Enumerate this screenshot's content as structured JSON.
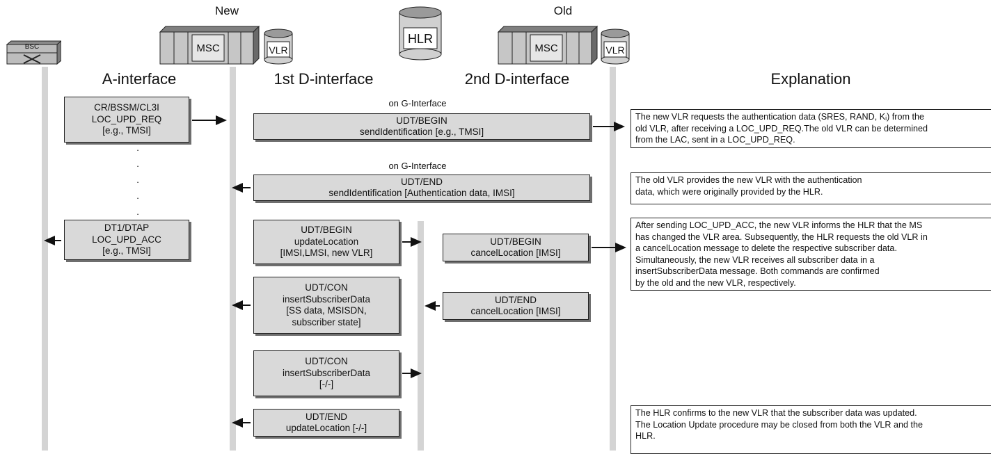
{
  "nodes": {
    "bsc": "BSC",
    "new_label": "New",
    "new_msc": "MSC",
    "new_vlr": "VLR",
    "hlr": "HLR",
    "old_label": "Old",
    "old_msc": "MSC",
    "old_vlr": "VLR"
  },
  "headers": {
    "a_interface": "A-interface",
    "d1_interface": "1st D-interface",
    "d2_interface": "2nd D-interface",
    "explanation": "Explanation"
  },
  "g_interface_labels": [
    "on G-Interface",
    "on G-Interface"
  ],
  "messages": {
    "cr_bssm": [
      "CR/BSSM/CL3I",
      "LOC_UPD_REQ",
      "[e.g., TMSI]"
    ],
    "udt_begin_sendid": [
      "UDT/BEGIN",
      "sendIdentification [e.g., TMSI]"
    ],
    "udt_end_sendid": [
      "UDT/END",
      "sendIdentification [Authentication data, IMSI]"
    ],
    "dt1_dtap": [
      "DT1/DTAP",
      "LOC_UPD_ACC",
      "[e.g., TMSI]"
    ],
    "udt_begin_update": [
      "UDT/BEGIN",
      "updateLocation",
      "[IMSI,LMSI, new VLR]"
    ],
    "udt_begin_cancel": [
      "UDT/BEGIN",
      "cancelLocation [IMSI]"
    ],
    "udt_con_insert1": [
      "UDT/CON",
      "insertSubscriberData",
      "[SS data, MSISDN,",
      "subscriber state]"
    ],
    "udt_end_cancel": [
      "UDT/END",
      "cancelLocation [IMSI]"
    ],
    "udt_con_insert2": [
      "UDT/CON",
      "insertSubscriberData",
      "[-/-]"
    ],
    "udt_end_update": [
      "UDT/END",
      "updateLocation [-/-]"
    ]
  },
  "explanations": {
    "e1": [
      "The new VLR requests the authentication data (SRES, RAND, Kᵢ) from the",
      "old VLR, after receiving a LOC_UPD_REQ.The old VLR can be determined",
      "from the LAC, sent in a LOC_UPD_REQ."
    ],
    "e2": [
      "The old VLR provides the new VLR with the authentication",
      "data, which were originally provided by the HLR."
    ],
    "e3": [
      "After sending LOC_UPD_ACC, the new VLR informs the HLR that the MS",
      "has changed the VLR area. Subsequently, the HLR requests the old VLR in",
      "a cancelLocation message to delete the respective subscriber data.",
      "Simultaneously, the new VLR receives all subscriber data in a",
      "insertSubscriberData message. Both commands are confirmed",
      "by the old and the new VLR, respectively."
    ],
    "e4": [
      "The HLR confirms to the new VLR that the subscriber data was updated.",
      "The Location Update procedure may be closed from both the VLR and the",
      "HLR."
    ]
  },
  "dots": [
    ".",
    ".",
    ".",
    ".",
    "."
  ]
}
